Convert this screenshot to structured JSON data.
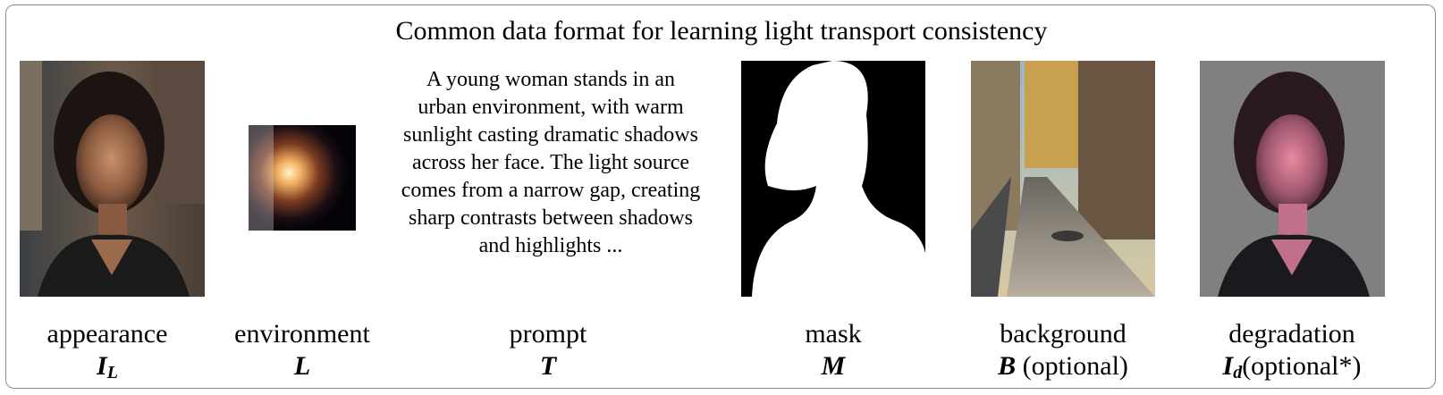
{
  "title": "Common data format for learning light transport consistency",
  "panels": [
    {
      "name": "appearance",
      "symbol": "I",
      "subscript": "L",
      "suffix": ""
    },
    {
      "name": "environment",
      "symbol": "L",
      "subscript": "",
      "suffix": ""
    },
    {
      "name": "prompt",
      "symbol": "T",
      "subscript": "",
      "suffix": ""
    },
    {
      "name": "mask",
      "symbol": "M",
      "subscript": "",
      "suffix": ""
    },
    {
      "name": "background",
      "symbol": "B",
      "subscript": "",
      "suffix": " (optional)"
    },
    {
      "name": "degradation",
      "symbol": "I",
      "subscript": "d",
      "suffix": "(optional*)"
    }
  ],
  "prompt_text": "A young woman stands in an urban environment, with warm sunlight casting dramatic shadows across her face. The light source comes from a narrow gap, creating sharp contrasts between shadows and highlights ..."
}
